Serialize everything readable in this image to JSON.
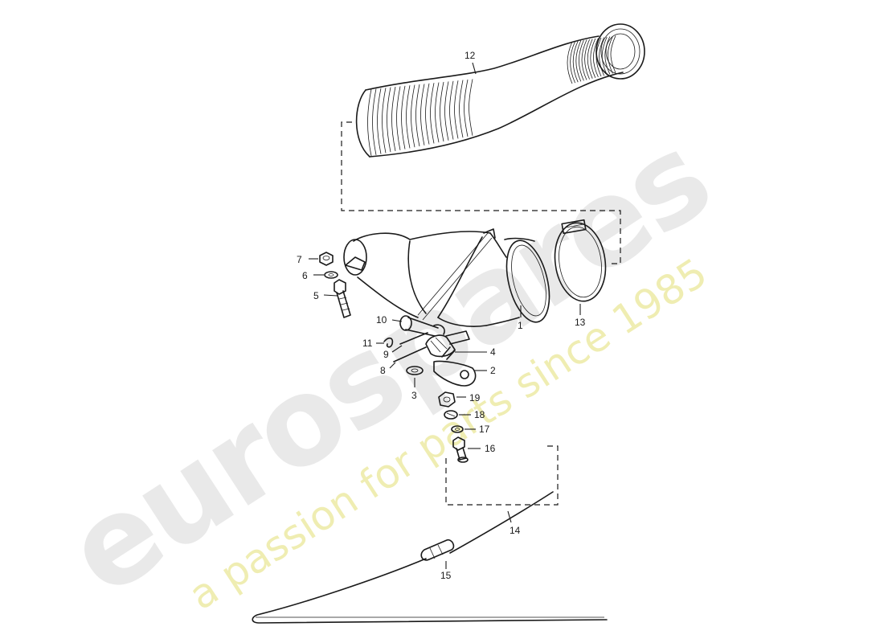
{
  "watermark": {
    "brand": "eurospares",
    "tagline": "a passion for parts since 1985",
    "brand_color": "#d0d0d0",
    "tagline_color": "#e6e07a"
  },
  "callouts": {
    "c1": "1",
    "c2": "2",
    "c3": "3",
    "c4": "4",
    "c5": "5",
    "c6": "6",
    "c7": "7",
    "c8": "8",
    "c9": "9",
    "c10": "10",
    "c11": "11",
    "c12": "12",
    "c13": "13",
    "c14": "14",
    "c15": "15",
    "c16": "16",
    "c17": "17",
    "c18": "18",
    "c19": "19"
  }
}
